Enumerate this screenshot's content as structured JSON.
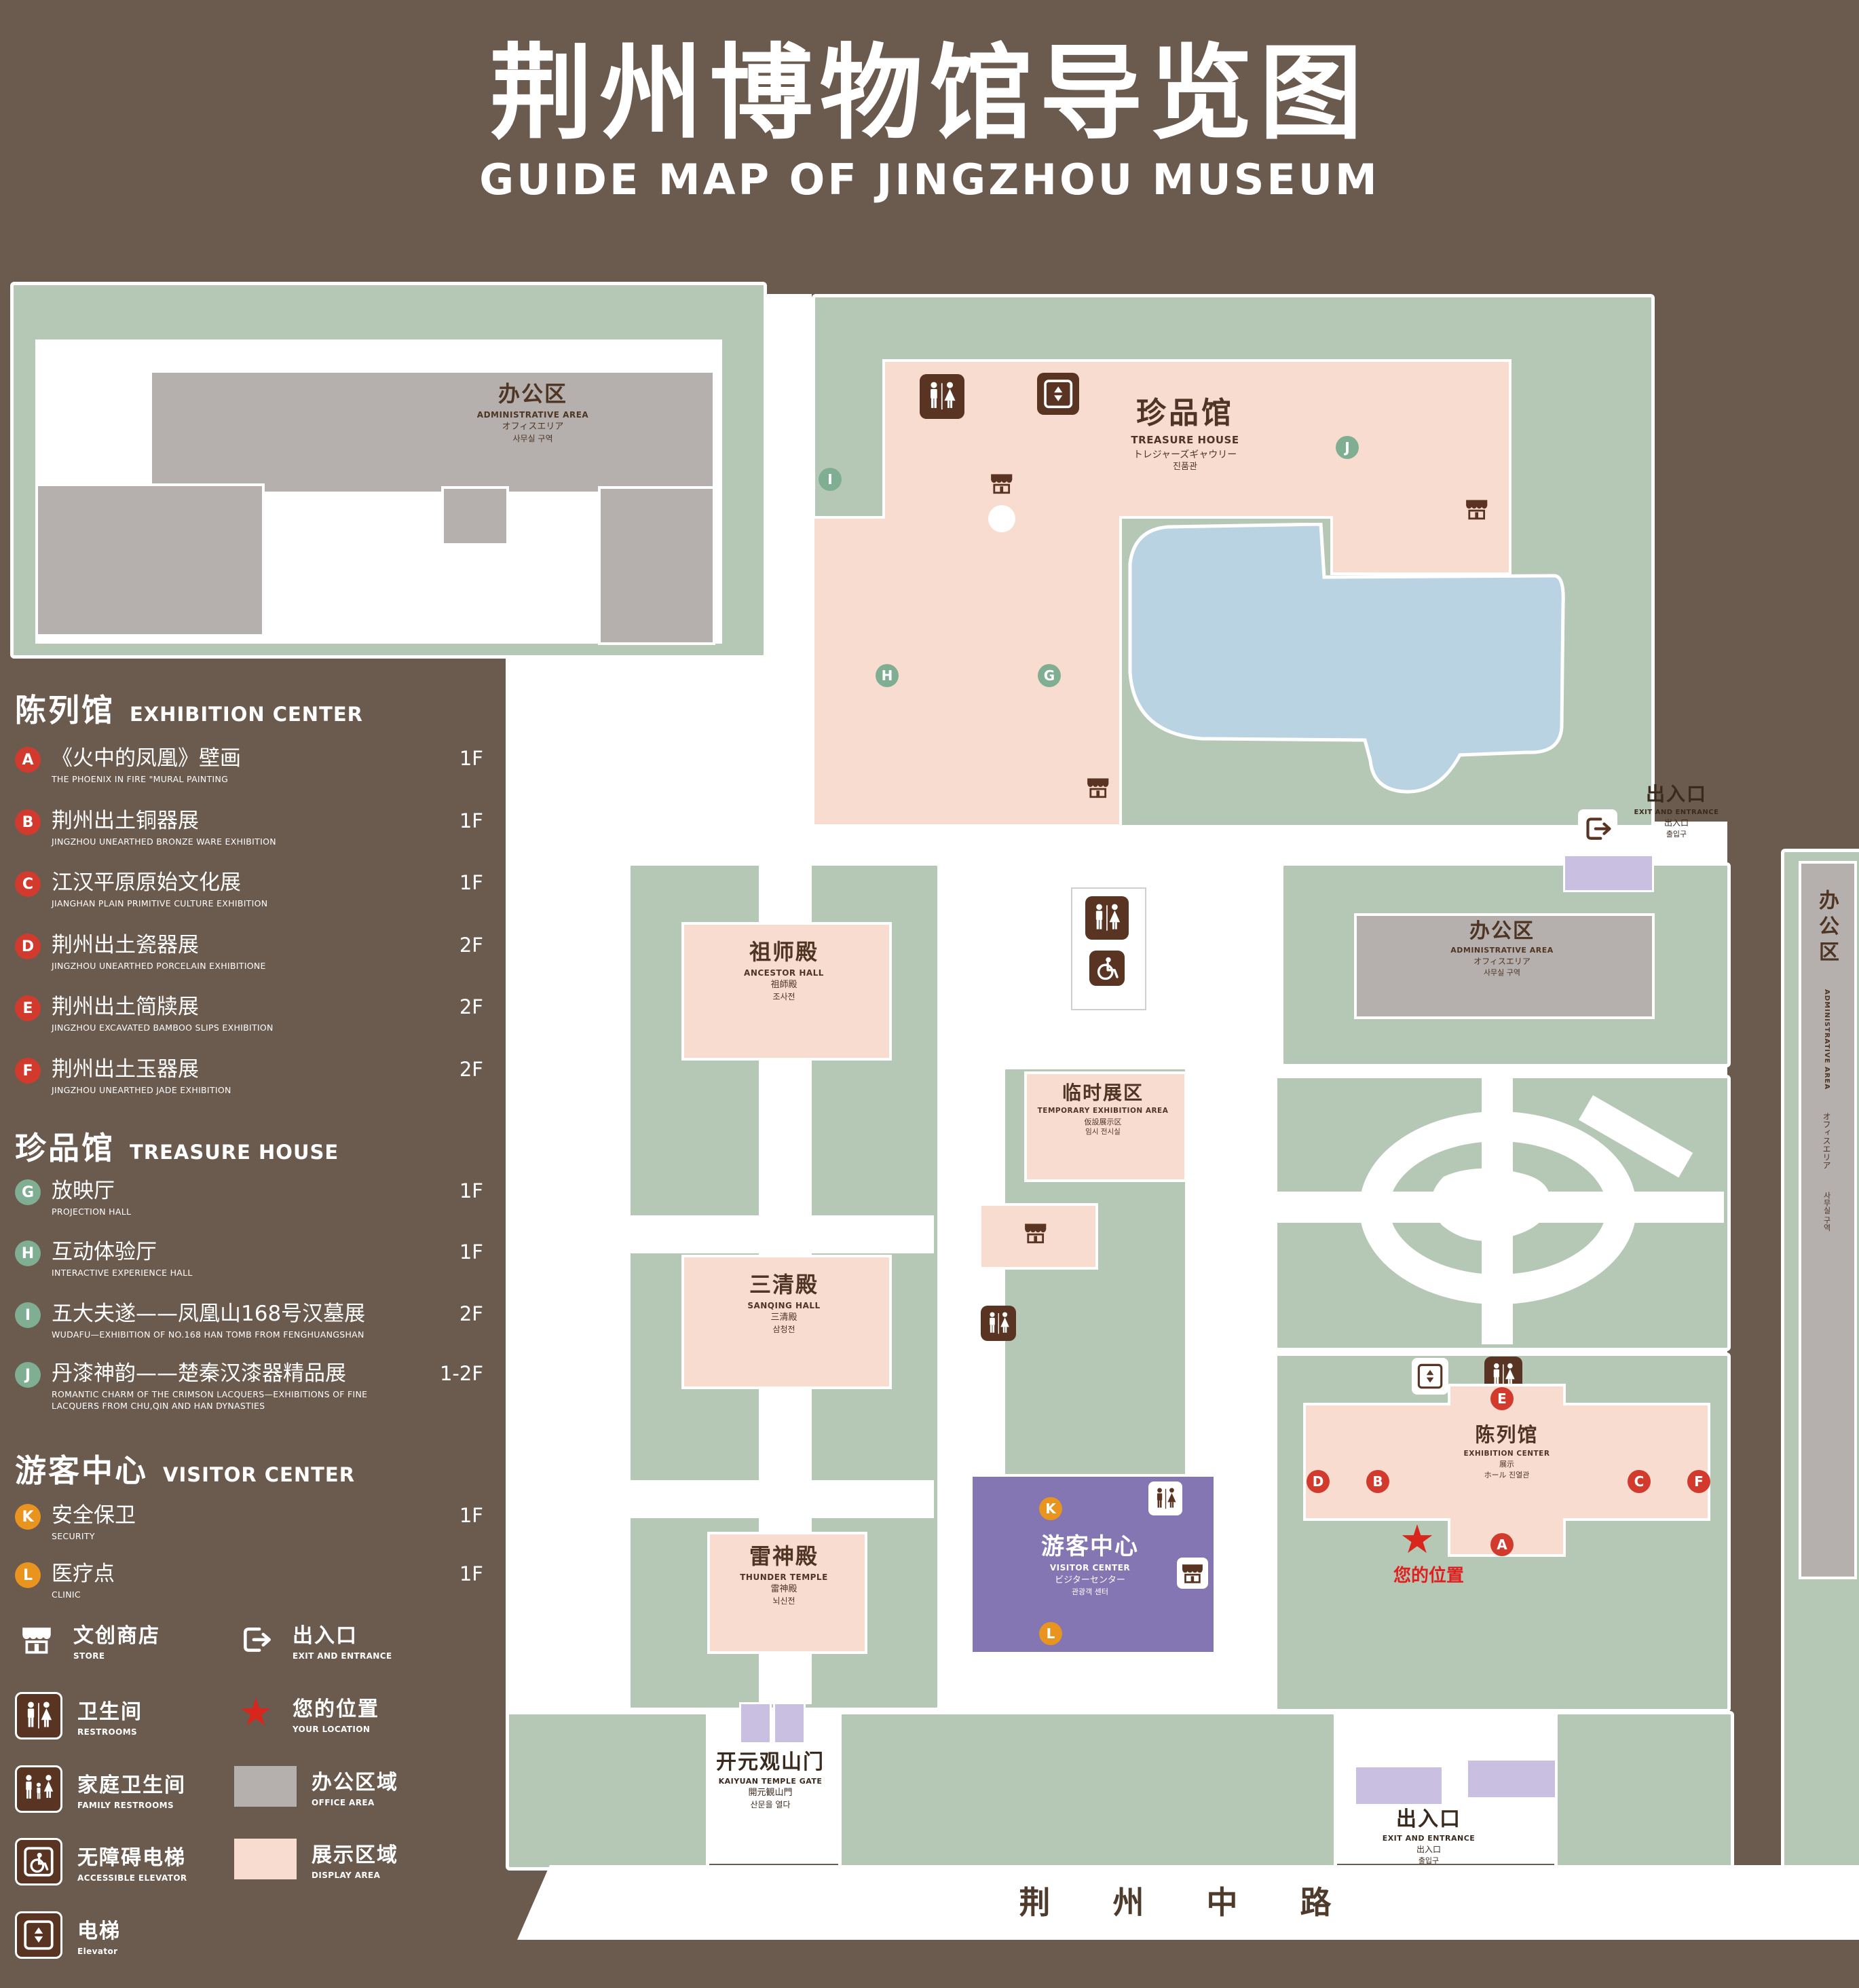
{
  "header": {
    "title_zh": "荆州博物馆导览图",
    "title_en": "GUIDE MAP OF JINGZHOU MUSEUM"
  },
  "legend": {
    "sections": [
      {
        "title_zh": "陈列馆",
        "title_en": "EXHIBITION CENTER",
        "items": [
          {
            "letter": "A",
            "zh": "《火中的凤凰》壁画",
            "en": "THE PHOENIX IN FIRE \"MURAL PAINTING",
            "floor": "1F"
          },
          {
            "letter": "B",
            "zh": "荆州出土铜器展",
            "en": "JINGZHOU UNEARTHED BRONZE WARE EXHIBITION",
            "floor": "1F"
          },
          {
            "letter": "C",
            "zh": "江汉平原原始文化展",
            "en": "JIANGHAN PLAIN PRIMITIVE CULTURE EXHIBITION",
            "floor": "1F"
          },
          {
            "letter": "D",
            "zh": "荆州出土瓷器展",
            "en": "JINGZHOU UNEARTHED PORCELAIN EXHIBITIONE",
            "floor": "2F"
          },
          {
            "letter": "E",
            "zh": "荆州出土简牍展",
            "en": "JINGZHOU EXCAVATED BAMBOO SLIPS EXHIBITION",
            "floor": "2F"
          },
          {
            "letter": "F",
            "zh": "荆州出土玉器展",
            "en": "JINGZHOU UNEARTHED JADE EXHIBITION",
            "floor": "2F"
          }
        ]
      },
      {
        "title_zh": "珍品馆",
        "title_en": "TREASURE HOUSE",
        "items": [
          {
            "letter": "G",
            "zh": "放映厅",
            "en": "PROJECTION HALL",
            "floor": "1F"
          },
          {
            "letter": "H",
            "zh": "互动体验厅",
            "en": "INTERACTIVE EXPERIENCE HALL",
            "floor": "1F"
          },
          {
            "letter": "I",
            "zh": "五大夫遂——凤凰山168号汉墓展",
            "en": "WUDAFU—EXHIBITION OF NO.168 HAN TOMB FROM FENGHUANGSHAN",
            "floor": "2F"
          },
          {
            "letter": "J",
            "zh": "丹漆神韵——楚秦汉漆器精品展",
            "en": "ROMANTIC CHARM OF THE CRIMSON LACQUERS—EXHIBITIONS OF FINE LACQUERS FROM CHU,QIN AND HAN DYNASTIES",
            "floor": "1-2F"
          }
        ]
      },
      {
        "title_zh": "游客中心",
        "title_en": "VISITOR CENTER",
        "items": [
          {
            "letter": "K",
            "zh": "安全保卫",
            "en": "SECURITY",
            "floor": "1F"
          },
          {
            "letter": "L",
            "zh": "医疗点",
            "en": "CLINIC",
            "floor": "1F"
          }
        ]
      }
    ],
    "symbols": [
      {
        "zh": "文创商店",
        "en": "STORE",
        "icon": "store-icon"
      },
      {
        "zh": "出入口",
        "en": "EXIT AND ENTRANCE",
        "icon": "exit-icon"
      },
      {
        "zh": "卫生间",
        "en": "RESTROOMS",
        "icon": "restroom-icon"
      },
      {
        "zh": "您的位置",
        "en": "YOUR LOCATION",
        "icon": "your-location-star-icon"
      },
      {
        "zh": "家庭卫生间",
        "en": "FAMILY RESTROOMS",
        "icon": "family-restroom-icon"
      },
      {
        "zh": "办公区域",
        "en": "OFFICE AREA",
        "icon": "office-area-swatch"
      },
      {
        "zh": "无障碍电梯",
        "en": "ACCESSIBLE ELEVATOR",
        "icon": "accessible-elevator-icon"
      },
      {
        "zh": "展示区域",
        "en": "DISPLAY AREA",
        "icon": "display-area-swatch"
      },
      {
        "zh": "电梯",
        "en": "Elevator",
        "icon": "elevator-icon"
      }
    ]
  },
  "map": {
    "buildings": {
      "admin": {
        "lines": [
          "办公区",
          "ADMINISTRATIVE AREA",
          "オフィスエリア",
          "사무실 구역"
        ]
      },
      "treasure": {
        "lines": [
          "珍品馆",
          "TREASURE HOUSE",
          "トレジャーズギャウリー",
          "진품관"
        ]
      },
      "ancestor": {
        "lines": [
          "祖师殿",
          "ANCESTOR HALL",
          "祖師殿",
          "조사전"
        ]
      },
      "temporary": {
        "lines": [
          "临时展区",
          "TEMPORARY EXHIBITION AREA",
          "仮設展示区",
          "임시 전시실"
        ]
      },
      "sanqing": {
        "lines": [
          "三清殿",
          "SANQING HALL",
          "三清殿",
          "삼청전"
        ]
      },
      "thunder": {
        "lines": [
          "雷神殿",
          "THUNDER TEMPLE",
          "雷神殿",
          "뇌신전"
        ]
      },
      "visitor": {
        "lines": [
          "游客中心",
          "VISITOR CENTER",
          "ビジターセンター",
          "관광객 센터"
        ]
      },
      "exhibition": {
        "lines": [
          "陈列馆",
          "EXHIBITION CENTER",
          "展示",
          "ホール 진열관"
        ]
      },
      "gate": {
        "lines": [
          "开元观山门",
          "KAIYUAN TEMPLE GATE",
          "開元観山門",
          "산문을 열다"
        ]
      }
    },
    "exit": {
      "lines": [
        "出入口",
        "EXIT AND ENTRANCE",
        "出入口",
        "출입구"
      ]
    },
    "road": "荆 州 中 路",
    "your_location": "您的位置",
    "markers": {
      "a": "A",
      "b": "B",
      "c": "C",
      "d": "D",
      "e": "E",
      "f": "F",
      "g": "G",
      "h": "H",
      "i": "I",
      "j": "J",
      "k": "K",
      "l": "L"
    }
  },
  "colors": {
    "background": "#6b5a4e",
    "lawn": "#b5c8b6",
    "display_area": "#f9dcd0",
    "office_area": "#b5b0ad",
    "water": "#b9d3e2",
    "visitor_purple": "#8376b2",
    "entrance_lavender": "#c9bfe0",
    "marker_red": "#d23a2e",
    "marker_green": "#7fae92",
    "marker_orange": "#e8941f",
    "icon_brown": "#5a3422",
    "location_red": "#d9261c"
  }
}
